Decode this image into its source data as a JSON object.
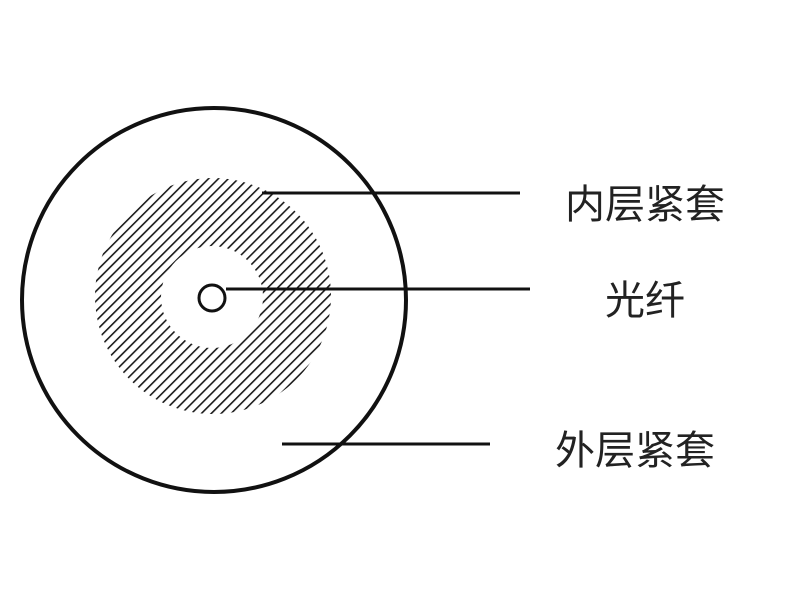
{
  "labels": {
    "inner_tight_buffer": "内层紧套",
    "optical_fiber": "光纤",
    "outer_tight_buffer": "外层紧套"
  },
  "colors": {
    "stroke": "#111111",
    "hatch": "#1a1a1a",
    "background": "#ffffff",
    "text": "#222222"
  }
}
